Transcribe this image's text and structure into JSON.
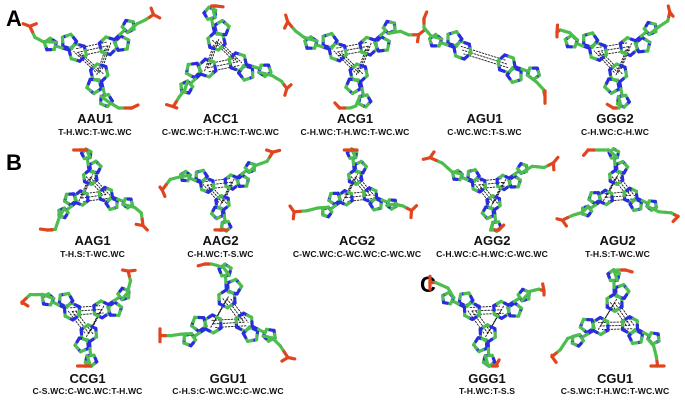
{
  "panels": {
    "a": "A",
    "b": "B",
    "c": "C"
  },
  "colors": {
    "carbon": "#4dbd4d",
    "nitrogen": "#2b2be0",
    "oxygen": "#e0451f",
    "hbond": "#1a1a1a"
  },
  "structures": [
    {
      "name": "AAU1",
      "code": "T-H.WC:T-WC.WC"
    },
    {
      "name": "ACC1",
      "code": "C-WC.WC:T-H.WC:T-WC.WC"
    },
    {
      "name": "ACG1",
      "code": "C-H.WC:T-H.WC:T-WC.WC"
    },
    {
      "name": "AGU1",
      "code": "C-WC.WC:T-S.WC"
    },
    {
      "name": "GGG2",
      "code": "C-H.WC:C-H.WC"
    },
    {
      "name": "AAG1",
      "code": "T-H.S:T-WC.WC"
    },
    {
      "name": "AAG2",
      "code": "C-H.WC:T-S.WC"
    },
    {
      "name": "ACG2",
      "code": "C-WC.WC:C-WC.WC:C-WC.WC"
    },
    {
      "name": "AGG2",
      "code": "C-H.WC:C-H.WC:C-WC.WC"
    },
    {
      "name": "AGU2",
      "code": "T-H.S:T-WC.WC"
    },
    {
      "name": "CCG1",
      "code": "C-S.WC:C-WC.WC:T-H.WC"
    },
    {
      "name": "GGU1",
      "code": "C-H.S:C-WC.WC:C-WC.WC"
    },
    {
      "name": "GGG1",
      "code": "T-H.WC:T-S.S"
    },
    {
      "name": "CGU1",
      "code": "C-S.WC:T-H.WC:T-WC.WC"
    }
  ]
}
